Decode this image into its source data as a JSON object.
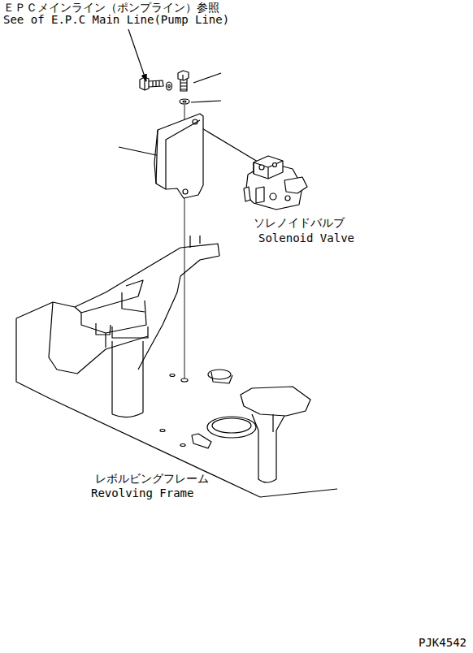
{
  "diagram": {
    "labels": [
      "ＥＰＣメインライン（ポンプライン）参照",
      "See of E.P.C Main Line(Pump Line)",
      "ソレノイドバルブ",
      "Solenoid Valve",
      "レボルビングフレーム",
      "Revolving Frame",
      "PJK4542"
    ]
  }
}
